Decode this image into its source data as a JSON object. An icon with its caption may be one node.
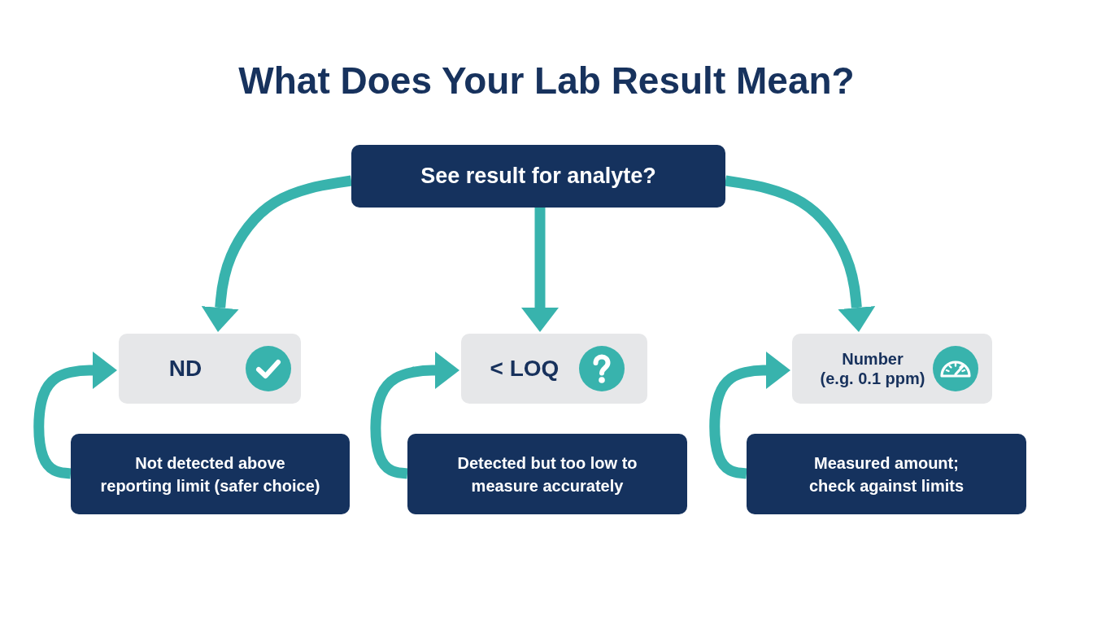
{
  "diagram": {
    "title": "What Does Your Lab Result Mean?",
    "nodes": [
      {
        "text": [
          "See result for analyte?"
        ]
      },
      {
        "text": [
          "ND"
        ]
      },
      {
        "text": [
          "< LOQ"
        ]
      },
      {
        "text": [
          "Number",
          "(e.g. 0.1 ppm)"
        ]
      },
      {
        "text": [
          "Not detected above reporting limit (safer choice)"
        ]
      },
      {
        "text": [
          "Detected but too low to measure accurately"
        ]
      },
      {
        "text": [
          "Measured amount; check against limits"
        ]
      }
    ],
    "edges": [
      {
        "from": 0,
        "to": 1,
        "arrow": "to"
      },
      {
        "from": 0,
        "to": 2,
        "arrow": "to"
      },
      {
        "from": 0,
        "to": 3,
        "arrow": "to"
      },
      {
        "from": 4,
        "to": 1,
        "arrow": "to"
      },
      {
        "from": 5,
        "to": 2,
        "arrow": "to"
      },
      {
        "from": 6,
        "to": 3,
        "arrow": "to"
      }
    ]
  }
}
